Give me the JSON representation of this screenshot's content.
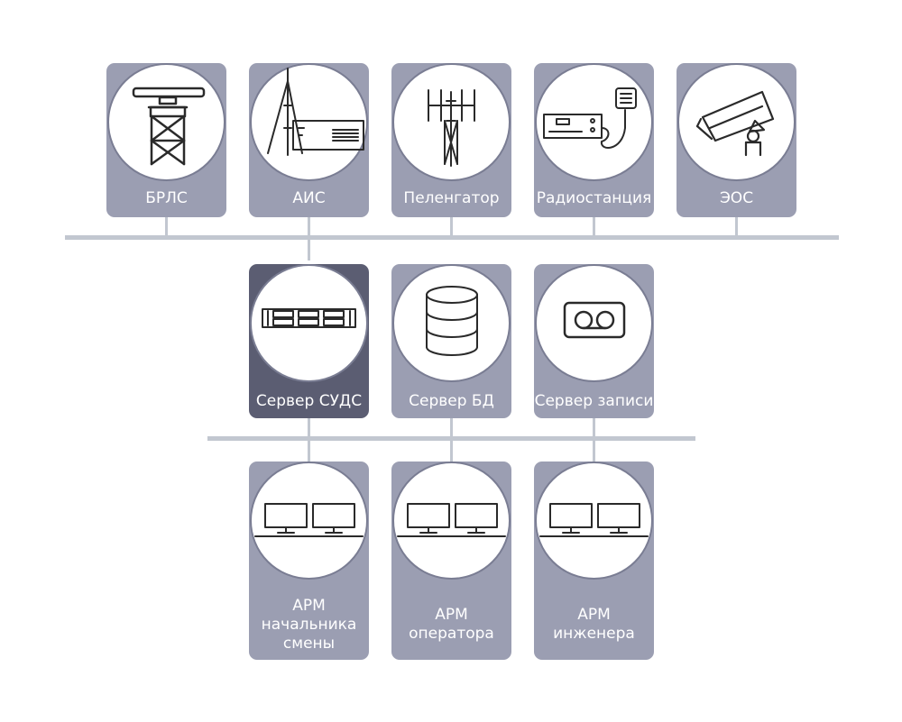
{
  "sensors": [
    {
      "label": "БРЛС",
      "icon": "radar-tower-icon"
    },
    {
      "label": "АИС",
      "icon": "ais-antenna-icon"
    },
    {
      "label": "Пеленгатор",
      "icon": "direction-finder-antenna-icon"
    },
    {
      "label": "Радиостанция",
      "icon": "radio-station-icon"
    },
    {
      "label": "ЭОС",
      "icon": "camera-icon"
    }
  ],
  "servers": [
    {
      "label": "Сервер СУДС",
      "icon": "server-rack-icon"
    },
    {
      "label": "Сервер БД",
      "icon": "database-icon"
    },
    {
      "label": "Сервер записи",
      "icon": "recorder-icon"
    }
  ],
  "workstations": [
    {
      "line1": "АРМ",
      "line2": "начальника",
      "line3": "смены",
      "icon": "dual-monitor-icon"
    },
    {
      "line1": "АРМ",
      "line2": "оператора",
      "icon": "dual-monitor-icon"
    },
    {
      "line1": "АРМ",
      "line2": "инженера",
      "icon": "dual-monitor-icon"
    }
  ],
  "colors": {
    "card": "#9b9eb2",
    "card_highlight": "#5b5d72",
    "bus": "#c2c7d0",
    "icon_stroke": "#2a2a2a"
  }
}
